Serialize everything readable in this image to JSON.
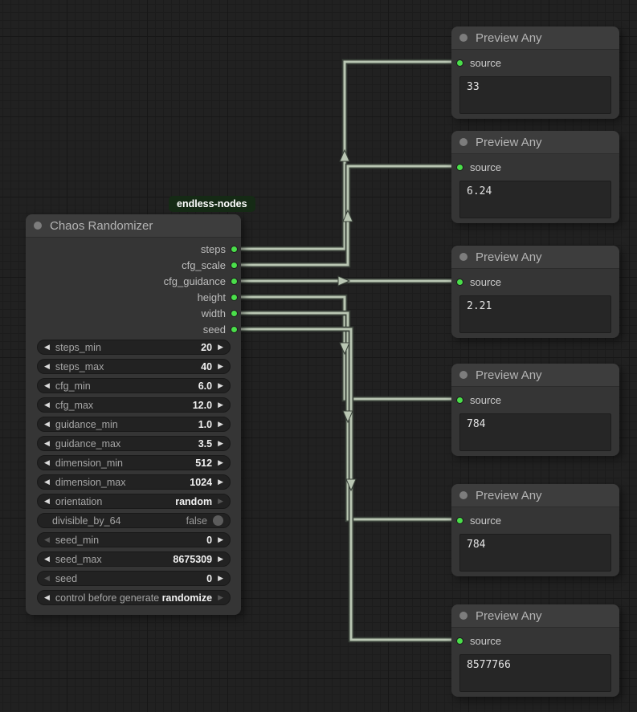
{
  "badge": {
    "label": "endless-nodes"
  },
  "icons": {
    "step_left": "◀",
    "step_right": "▶"
  },
  "chaos_node": {
    "title": "Chaos Randomizer",
    "outputs": [
      "steps",
      "cfg_scale",
      "cfg_guidance",
      "height",
      "width",
      "seed"
    ],
    "widgets": [
      {
        "label": "steps_min",
        "value": "20",
        "type": "stepper"
      },
      {
        "label": "steps_max",
        "value": "40",
        "type": "stepper"
      },
      {
        "label": "cfg_min",
        "value": "6.0",
        "type": "stepper"
      },
      {
        "label": "cfg_max",
        "value": "12.0",
        "type": "stepper"
      },
      {
        "label": "guidance_min",
        "value": "1.0",
        "type": "stepper"
      },
      {
        "label": "guidance_max",
        "value": "3.5",
        "type": "stepper"
      },
      {
        "label": "dimension_min",
        "value": "512",
        "type": "stepper"
      },
      {
        "label": "dimension_max",
        "value": "1024",
        "type": "stepper"
      },
      {
        "label": "orientation",
        "value": "random",
        "type": "stepper",
        "right_dim": true
      },
      {
        "label": "divisible_by_64",
        "value": "false",
        "type": "toggle"
      },
      {
        "label": "seed_min",
        "value": "0",
        "type": "stepper",
        "left_dim": true
      },
      {
        "label": "seed_max",
        "value": "8675309",
        "type": "stepper"
      },
      {
        "label": "seed",
        "value": "0",
        "type": "stepper",
        "left_dim": true
      },
      {
        "label": "control before generate",
        "value": "randomize",
        "type": "stepper",
        "right_dim": true
      }
    ]
  },
  "preview_nodes": [
    {
      "title": "Preview Any",
      "input_label": "source",
      "value": "33"
    },
    {
      "title": "Preview Any",
      "input_label": "source",
      "value": "6.24"
    },
    {
      "title": "Preview Any",
      "input_label": "source",
      "value": "2.21"
    },
    {
      "title": "Preview Any",
      "input_label": "source",
      "value": "784"
    },
    {
      "title": "Preview Any",
      "input_label": "source",
      "value": "784"
    },
    {
      "title": "Preview Any",
      "input_label": "source",
      "value": "8577766"
    }
  ],
  "colors": {
    "canvas_bg": "#212121",
    "grid_minor": "#1c1c1c",
    "grid_major": "#171717",
    "node_body": "#353535",
    "node_header": "#3d3d3d",
    "node_title_text": "#b4b4b4",
    "widget_bg": "#222222",
    "widget_label_text": "#a5a5a5",
    "widget_value_text": "#f2f2f2",
    "widget_arrow": "#dcdcdc",
    "widget_arrow_dim": "#565656",
    "port_green": "#4ade4a",
    "collapse_dot": "#7d7d7d",
    "wire": "#b9c6b3",
    "wire_outline": "#3a423a",
    "value_box_bg": "#262626",
    "value_text": "#e2e2e2",
    "badge_bg": "#152a15",
    "badge_text": "#ffffff",
    "slot_label_text": "#bdbdbd"
  }
}
